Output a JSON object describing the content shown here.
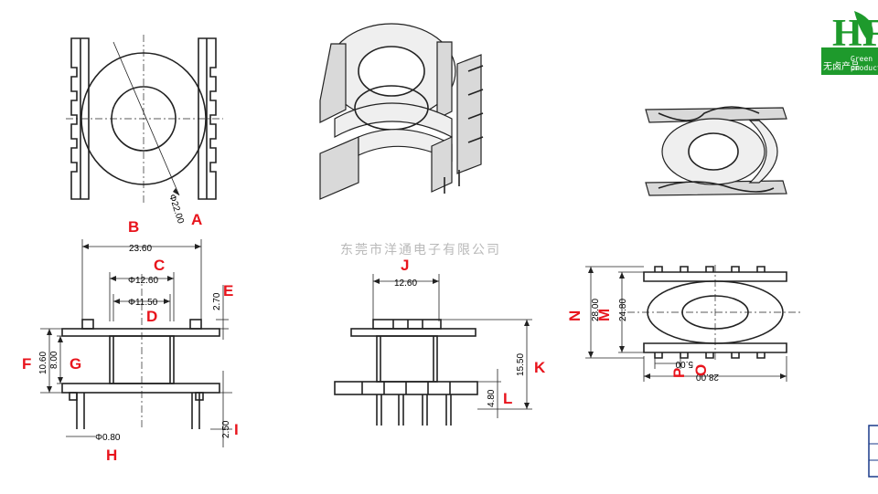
{
  "watermark": "东莞市洋通电子有限公司",
  "logo": {
    "mark": "HF",
    "cn": "无卤产品",
    "en_line1": "Green",
    "en_line2": "product",
    "color": "#1e9a2c"
  },
  "colors": {
    "letters": "#e8141c",
    "lines": "#222222"
  },
  "labels": {
    "A": "A",
    "B": "B",
    "C": "C",
    "D": "D",
    "E": "E",
    "F": "F",
    "G": "G",
    "H": "H",
    "I": "I",
    "J": "J",
    "K": "K",
    "L": "L",
    "M": "M",
    "N": "N",
    "O": "O",
    "P": "P"
  },
  "dims": {
    "A": "Φ22.00",
    "B": "23.60",
    "C": "Φ12.60",
    "D": "Φ11.50",
    "E": "2.70",
    "F": "10.60",
    "G": "8.00",
    "H": "Φ0.80",
    "I": "2.50",
    "J": "12.60",
    "K": "15.50",
    "L": "4.80",
    "M": "24.80",
    "N": "28.00",
    "O": "28.00",
    "P": "5.00"
  }
}
